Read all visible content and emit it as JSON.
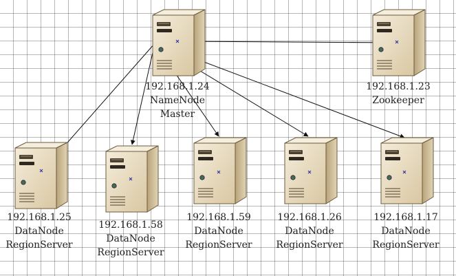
{
  "master": {
    "ip": "192.168.1.24",
    "role1": "NameNode",
    "role2": "Master"
  },
  "zookeeper": {
    "ip": "192.168.1.23",
    "role": "Zookeeper"
  },
  "datanodes": [
    {
      "ip": "192.168.1.25",
      "role1": "DataNode",
      "role2": "RegionServer"
    },
    {
      "ip": "192.168.1.58",
      "role1": "DataNode",
      "role2": "RegionServer"
    },
    {
      "ip": "192.168.1.59",
      "role1": "DataNode",
      "role2": "RegionServer"
    },
    {
      "ip": "192.168.1.26",
      "role1": "DataNode",
      "role2": "RegionServer"
    },
    {
      "ip": "192.168.1.17",
      "role1": "DataNode",
      "role2": "RegionServer"
    }
  ],
  "colors": {
    "server_front": "#e9dcc2",
    "server_side": "#c7b48f",
    "server_top": "#f3ead7",
    "line": "#111111"
  },
  "icons": [
    "server-icon"
  ]
}
